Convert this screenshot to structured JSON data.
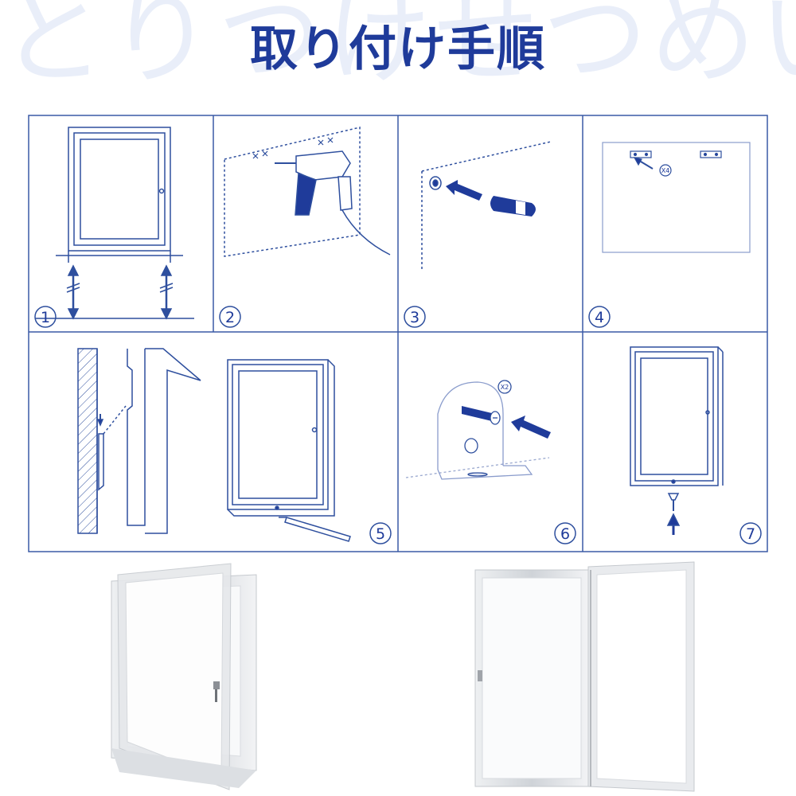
{
  "watermark": "とりつけせつめいし",
  "title": "取り付け手順",
  "colors": {
    "ink": "#1f3b9a",
    "frame": "#2e4f9e",
    "panel_border": "#3a5aa6",
    "photo_frame": "#cfd3d8"
  },
  "steps": [
    {
      "number": "1",
      "icon": "frame-alignment-icon"
    },
    {
      "number": "2",
      "icon": "drill-icon"
    },
    {
      "number": "3",
      "icon": "wall-plug-icon"
    },
    {
      "number": "4",
      "icon": "bracket-mount-icon",
      "label": "X4"
    },
    {
      "number": "5",
      "icon": "hang-frame-icon"
    },
    {
      "number": "6",
      "icon": "bracket-screw-icon",
      "label": "X2"
    },
    {
      "number": "7",
      "icon": "bottom-screw-icon"
    }
  ],
  "photos": [
    {
      "icon": "open-cabinet-photo-icon"
    },
    {
      "icon": "open-cabinet-front-photo-icon"
    }
  ]
}
